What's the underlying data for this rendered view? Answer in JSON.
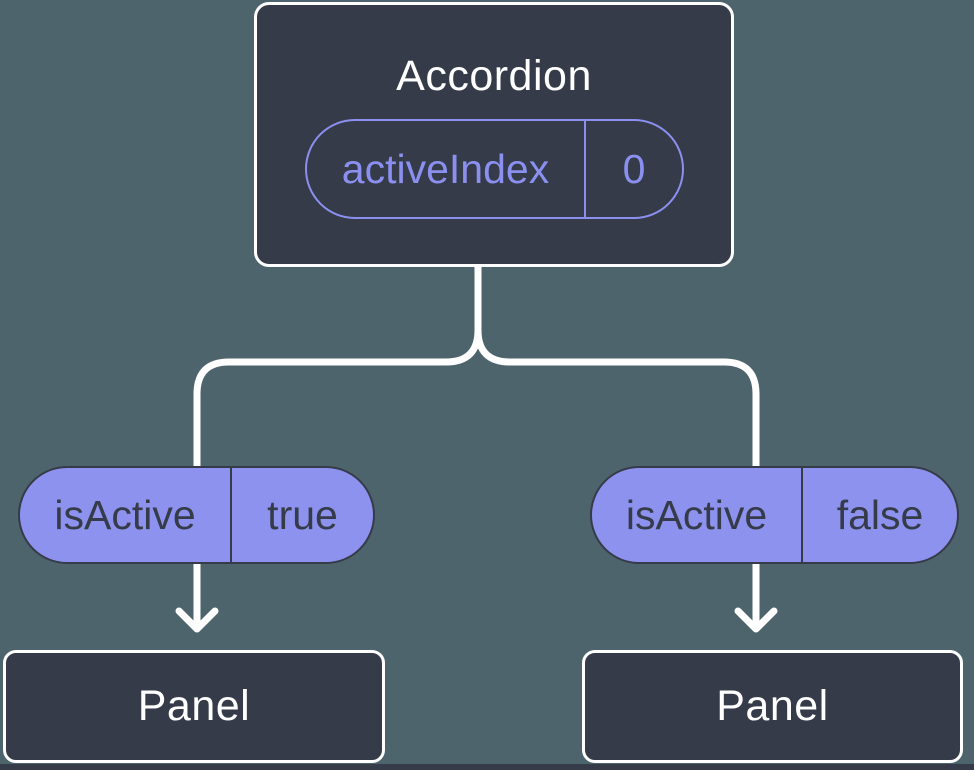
{
  "root_node": {
    "title": "Accordion",
    "state_pill": {
      "label": "activeIndex",
      "value": "0"
    }
  },
  "left_branch": {
    "prop_pill": {
      "label": "isActive",
      "value": "true"
    },
    "node": {
      "title": "Panel"
    }
  },
  "right_branch": {
    "prop_pill": {
      "label": "isActive",
      "value": "false"
    },
    "node": {
      "title": "Panel"
    }
  },
  "colors": {
    "background": "#4e646d",
    "node_fill": "#353b48",
    "node_border": "#ffffff",
    "title_text": "#ffffff",
    "accent_purple": "#8b90f0",
    "pill_fill": "#8d92ef",
    "pill_border": "#353b48",
    "pill_text": "#353b48",
    "connector": "#ffffff"
  }
}
